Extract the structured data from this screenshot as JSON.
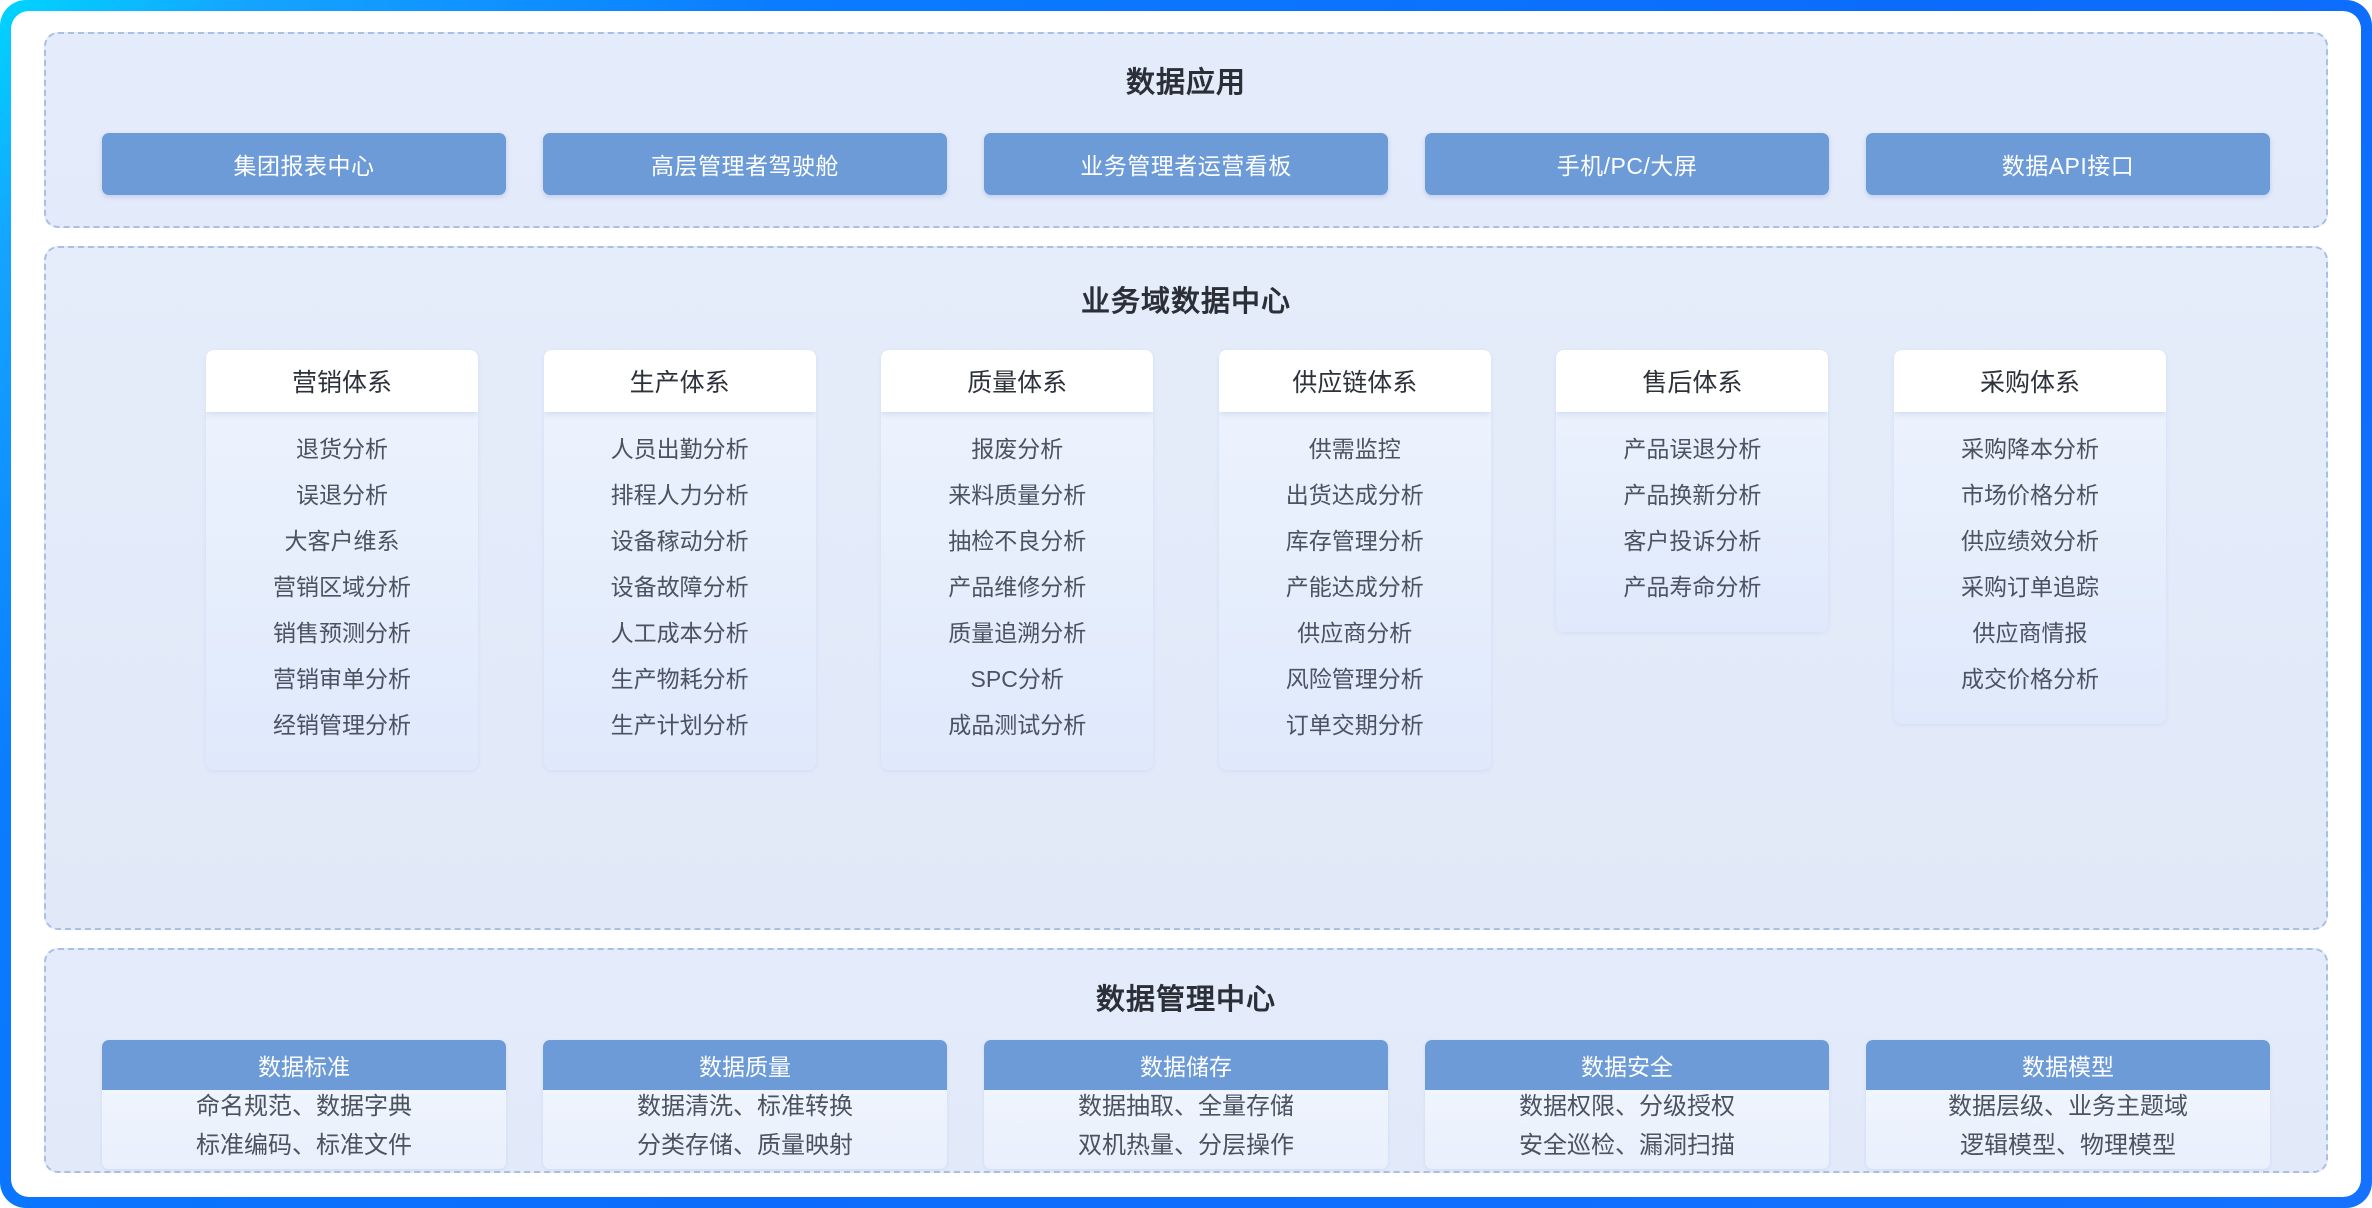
{
  "frame": {
    "border_color_start": "#00d5ff",
    "border_color_end": "#0b6bfc"
  },
  "sections": {
    "apps": {
      "title": "数据应用",
      "chip_color": "#6c9bd7",
      "items": [
        "集团报表中心",
        "高层管理者驾驶舱",
        "业务管理者运营看板",
        "手机/PC/大屏",
        "数据API接口"
      ]
    },
    "domains": {
      "title": "业务域数据中心",
      "columns": [
        {
          "header": "营销体系",
          "items": [
            "退货分析",
            "误退分析",
            "大客户维系",
            "营销区域分析",
            "销售预测分析",
            "营销审单分析",
            "经销管理分析"
          ]
        },
        {
          "header": "生产体系",
          "items": [
            "人员出勤分析",
            "排程人力分析",
            "设备稼动分析",
            "设备故障分析",
            "人工成本分析",
            "生产物耗分析",
            "生产计划分析"
          ]
        },
        {
          "header": "质量体系",
          "items": [
            "报废分析",
            "来料质量分析",
            "抽检不良分析",
            "产品维修分析",
            "质量追溯分析",
            "SPC分析",
            "成品测试分析"
          ]
        },
        {
          "header": "供应链体系",
          "items": [
            "供需监控",
            "出货达成分析",
            "库存管理分析",
            "产能达成分析",
            "供应商分析",
            "风险管理分析",
            "订单交期分析"
          ]
        },
        {
          "header": "售后体系",
          "items": [
            "产品误退分析",
            "产品换新分析",
            "客户投诉分析",
            "产品寿命分析"
          ]
        },
        {
          "header": "采购体系",
          "items": [
            "采购降本分析",
            "市场价格分析",
            "供应绩效分析",
            "采购订单追踪",
            "供应商情报",
            "成交价格分析"
          ]
        }
      ]
    },
    "management": {
      "title": "数据管理中心",
      "header_color": "#6c9bd7",
      "cards": [
        {
          "header": "数据标准",
          "lines": [
            "命名规范、数据字典",
            "标准编码、标准文件"
          ]
        },
        {
          "header": "数据质量",
          "lines": [
            "数据清洗、标准转换",
            "分类存储、质量映射"
          ]
        },
        {
          "header": "数据储存",
          "lines": [
            "数据抽取、全量存储",
            "双机热量、分层操作"
          ]
        },
        {
          "header": "数据安全",
          "lines": [
            "数据权限、分级授权",
            "安全巡检、漏洞扫描"
          ]
        },
        {
          "header": "数据模型",
          "lines": [
            "数据层级、业务主题域",
            "逻辑模型、物理模型"
          ]
        }
      ]
    }
  }
}
